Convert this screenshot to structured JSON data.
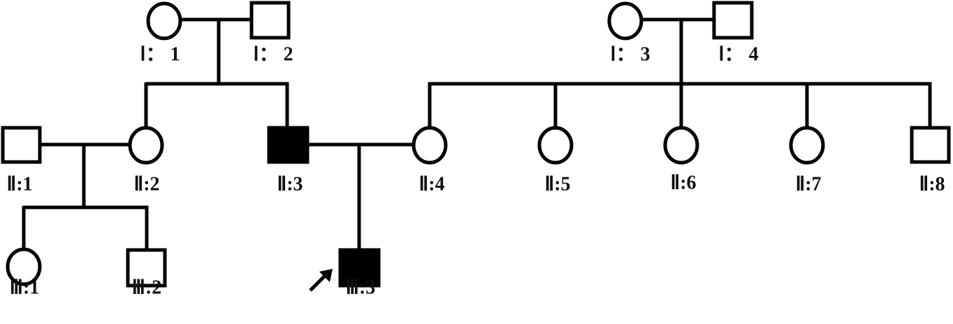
{
  "colors": {
    "line": "#000000",
    "affected": "#000000",
    "unaffected": "#ffffff"
  },
  "generation_I": [
    {
      "label": "Ⅰ： 1",
      "sex": "female",
      "affected": false
    },
    {
      "label": "Ⅰ： 2",
      "sex": "male",
      "affected": false
    },
    {
      "label": "Ⅰ： 3",
      "sex": "female",
      "affected": false
    },
    {
      "label": "Ⅰ： 4",
      "sex": "male",
      "affected": false
    }
  ],
  "generation_II": [
    {
      "label": "Ⅱ:1",
      "sex": "male",
      "affected": false
    },
    {
      "label": "Ⅱ:2",
      "sex": "female",
      "affected": false
    },
    {
      "label": "Ⅱ:3",
      "sex": "male",
      "affected": true
    },
    {
      "label": "Ⅱ:4",
      "sex": "female",
      "affected": false
    },
    {
      "label": "Ⅱ:5",
      "sex": "female",
      "affected": false
    },
    {
      "label": "Ⅱ:6",
      "sex": "female",
      "affected": false
    },
    {
      "label": "Ⅱ:7",
      "sex": "female",
      "affected": false
    },
    {
      "label": "Ⅱ:8",
      "sex": "male",
      "affected": false
    }
  ],
  "generation_III": [
    {
      "label": "Ⅲ:1",
      "sex": "female",
      "affected": false
    },
    {
      "label": "Ⅲ:2",
      "sex": "male",
      "affected": false
    },
    {
      "label": "Ⅲ:3",
      "sex": "male",
      "affected": true,
      "proband": true
    }
  ],
  "proband_marker": "arrow-icon"
}
